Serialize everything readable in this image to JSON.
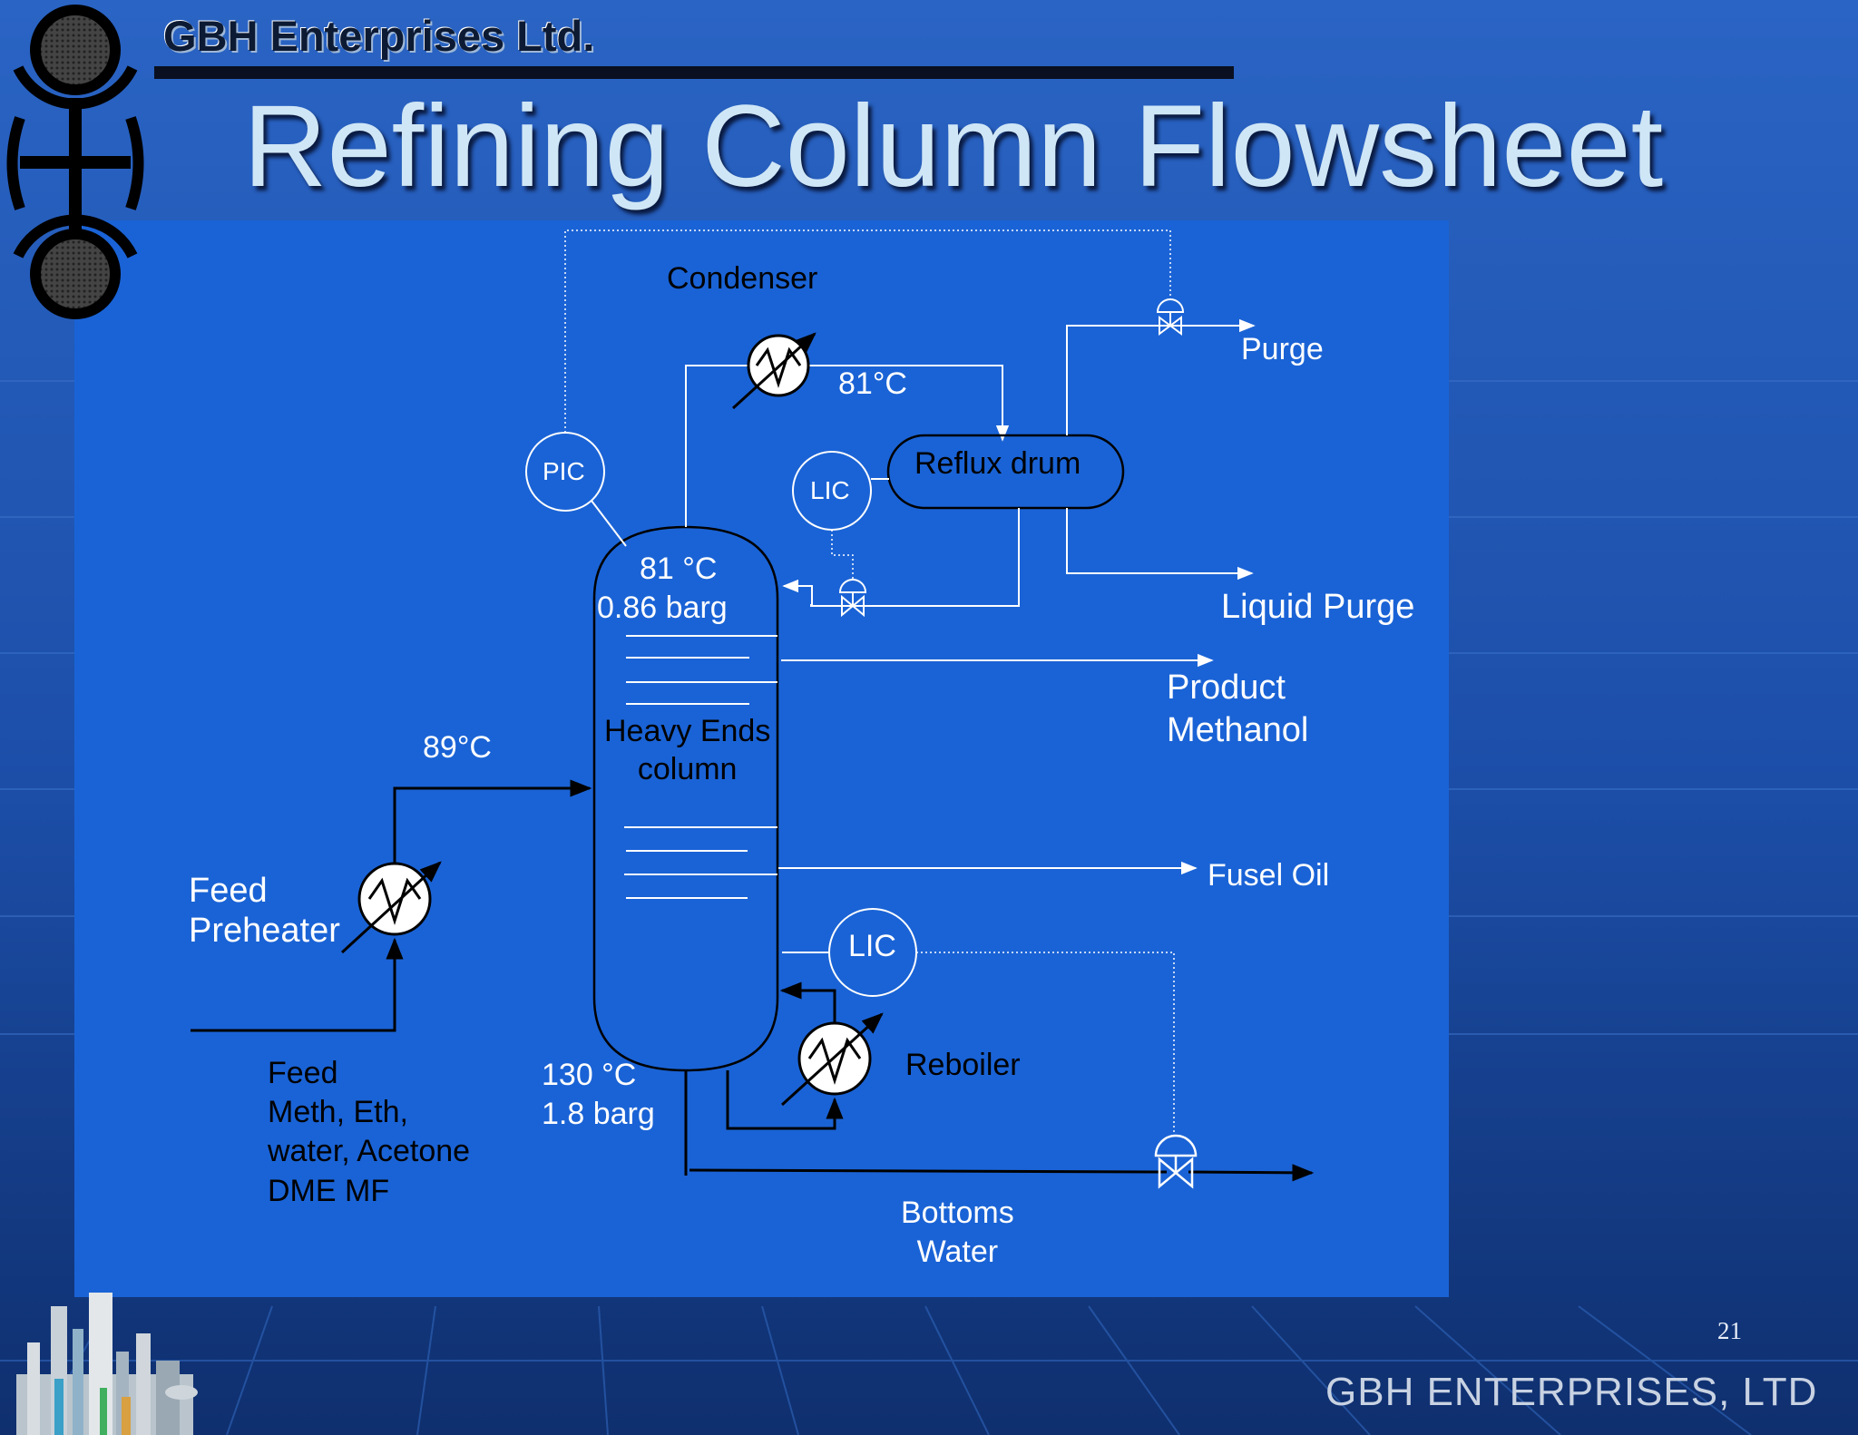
{
  "slide": {
    "company": "GBH Enterprises Ltd.",
    "title": "Refining Column Flowsheet",
    "page_number": "21",
    "footer": "GBH ENTERPRISES, LTD"
  },
  "diagram": {
    "condenser": "Condenser",
    "condenser_out_temp": "81°C",
    "pic": "PIC",
    "lic_top": "LIC",
    "reflux_drum": "Reflux drum",
    "purge": "Purge",
    "liquid_purge": "Liquid Purge",
    "column_top_temp": "81 °C",
    "column_top_pressure": "0.86 barg",
    "column_name": "Heavy Ends\ncolumn",
    "product_methanol": "Product\nMethanol",
    "feed_temp": "89°C",
    "feed_preheater": "Feed\nPreheater",
    "fusel_oil": "Fusel Oil",
    "lic_bottom": "LIC",
    "reboiler": "Reboiler",
    "feed": "Feed\nMeth, Eth,\nwater, Acetone\nDME MF",
    "column_bottom_temp": "130 °C",
    "column_bottom_pressure": "1.8 barg",
    "bottoms_water": "Bottoms\nWater"
  }
}
